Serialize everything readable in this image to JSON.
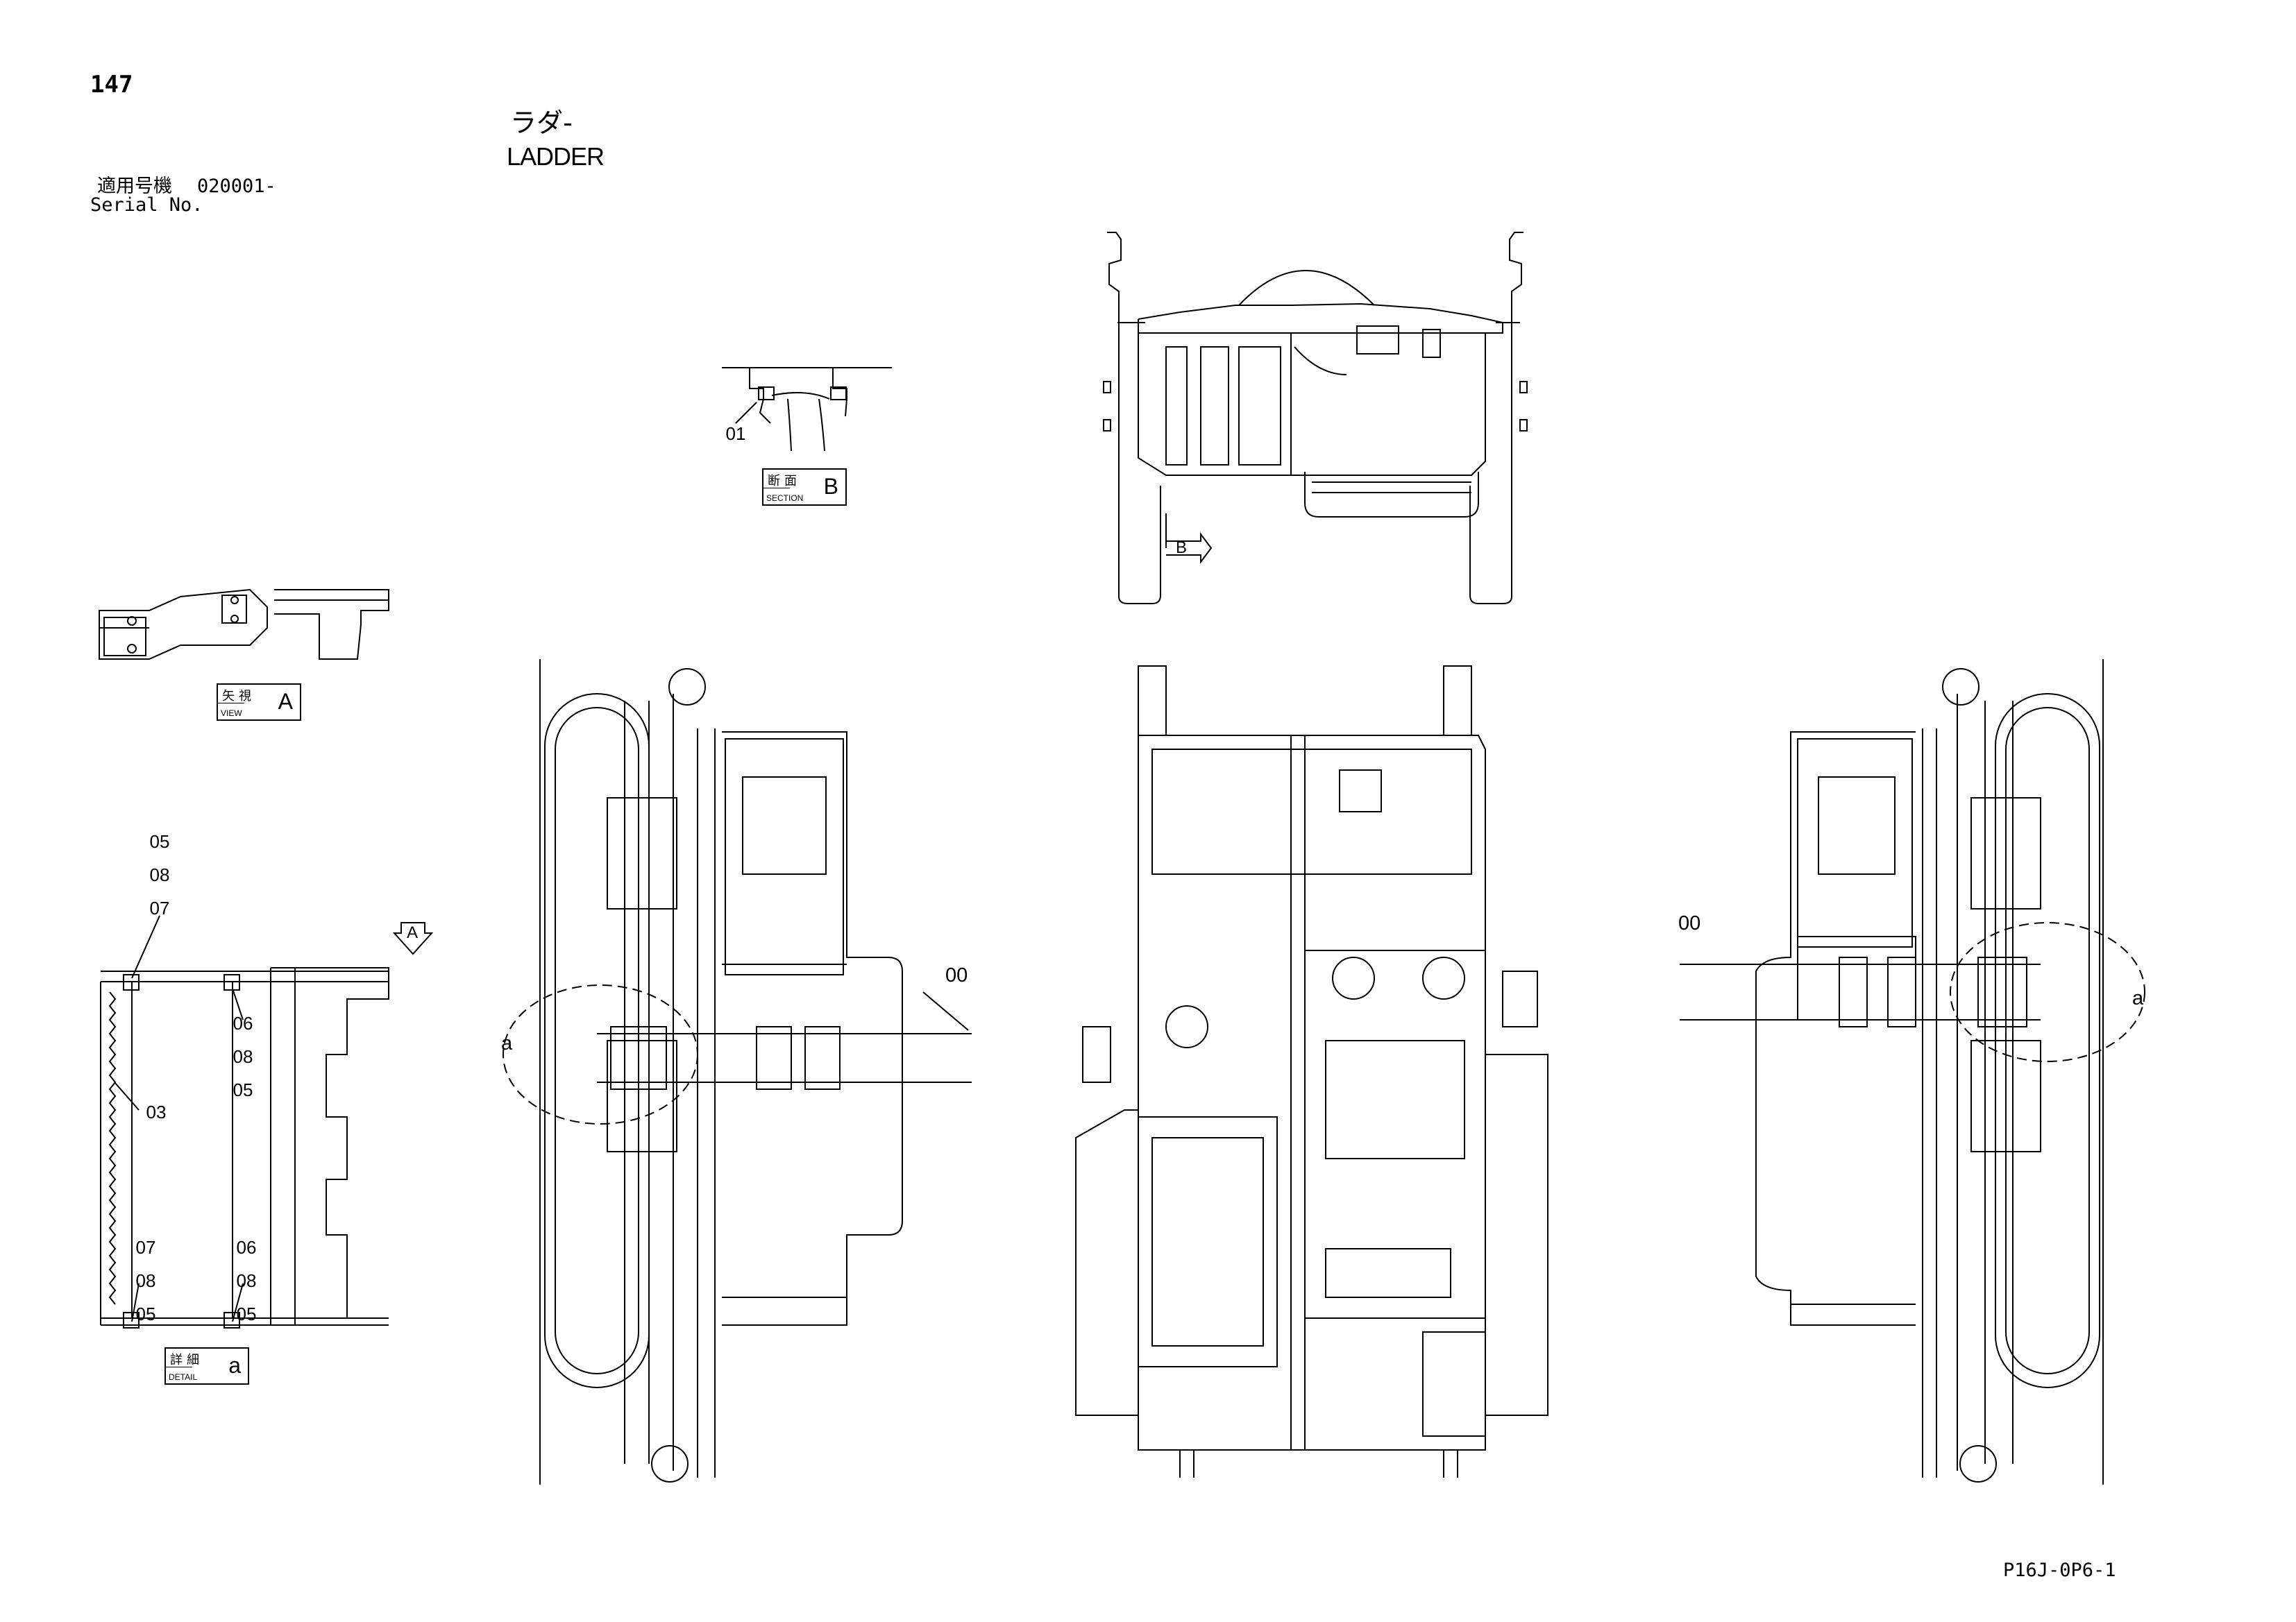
{
  "header": {
    "page_number": "147",
    "title_jp": "ラダ-",
    "title_en": "LADDER",
    "serial_label_jp": "適用号機",
    "serial_label_en": "Serial No.",
    "serial_value": "020001-"
  },
  "footer": {
    "doc_id": "P16J-0P6-1"
  },
  "tags": {
    "section_b": {
      "jp": "断面",
      "en": "SECTION",
      "letter": "B"
    },
    "view_a": {
      "jp": "矢視",
      "en": "VIEW",
      "letter": "A"
    },
    "detail_a": {
      "jp": "詳細",
      "en": "DETAIL",
      "letter": "a"
    }
  },
  "markers": {
    "view_arrow": "A",
    "section_arrow": "B"
  },
  "callouts": {
    "section_b_part": "01",
    "left_view_ladder": "00",
    "right_view_ladder": "00",
    "left_view_detail": "a",
    "right_view_detail": "a",
    "detail_top_left": [
      "05",
      "08",
      "07"
    ],
    "detail_top_right": [
      "06",
      "08",
      "05"
    ],
    "detail_step": "03",
    "detail_bottom_left": [
      "07",
      "08",
      "05"
    ],
    "detail_bottom_right": [
      "06",
      "08",
      "05"
    ]
  }
}
